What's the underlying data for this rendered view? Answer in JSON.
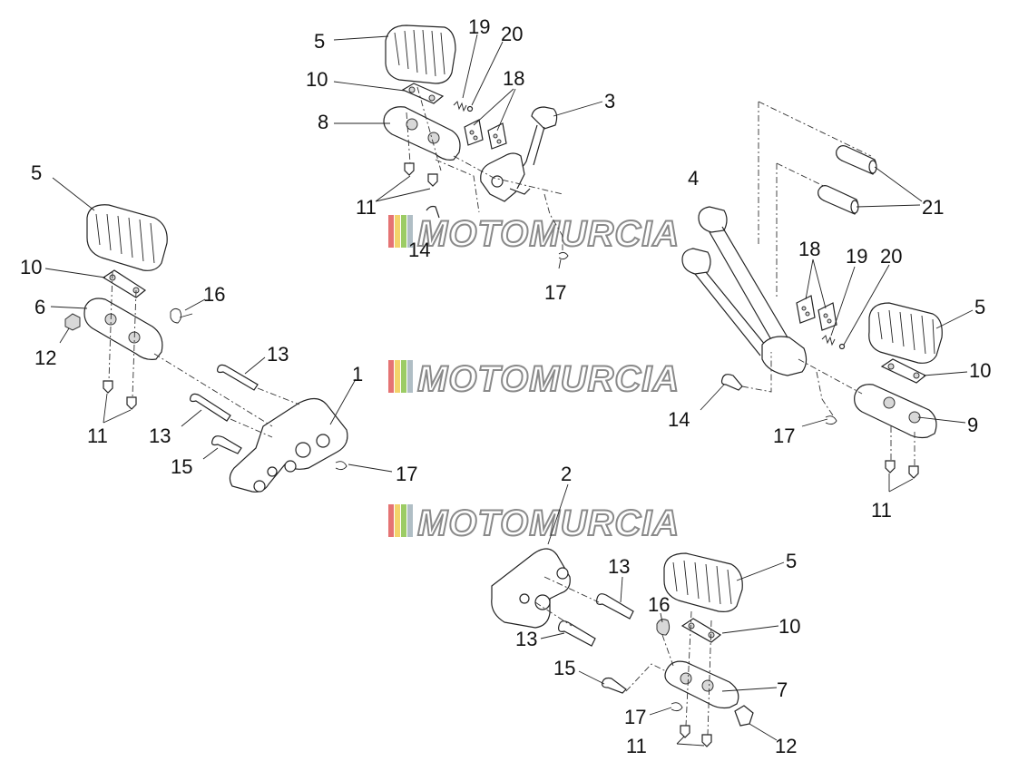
{
  "watermark": {
    "text": "MOTOMURCIA",
    "stripe_colors": [
      "#e57373",
      "#f3d36b",
      "#9ccc65",
      "#b0bec5"
    ]
  },
  "callouts": {
    "g1": [
      "5",
      "19",
      "20",
      "10",
      "18",
      "3",
      "8",
      "11",
      "14",
      "17"
    ],
    "g2": [
      "5",
      "10",
      "6",
      "16",
      "12",
      "11",
      "13",
      "1",
      "13",
      "15",
      "17"
    ],
    "g3": [
      "4",
      "21",
      "21",
      "18",
      "19",
      "20",
      "5",
      "10",
      "14",
      "9",
      "17",
      "11"
    ],
    "g4": [
      "2",
      "13",
      "5",
      "16",
      "10",
      "13",
      "15",
      "7",
      "17",
      "11",
      "12"
    ]
  }
}
